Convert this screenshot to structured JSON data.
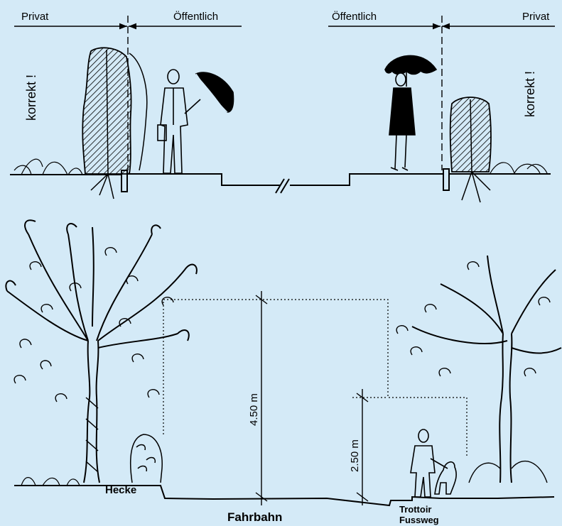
{
  "top_section": {
    "left_private": "Privat",
    "left_public": "Öffentlich",
    "right_public": "Öffentlich",
    "right_private": "Privat",
    "left_note": "korrekt !",
    "right_note": "korrekt !"
  },
  "bottom_section": {
    "height_road": "4.50 m",
    "height_sidewalk": "2.50 m",
    "hedge_label": "Hecke",
    "road_label": "Fahrbahn",
    "sidewalk_label_1": "Trottoir",
    "sidewalk_label_2": "Fussweg"
  },
  "colors": {
    "background": "#d4eaf7",
    "ink": "#000000"
  }
}
